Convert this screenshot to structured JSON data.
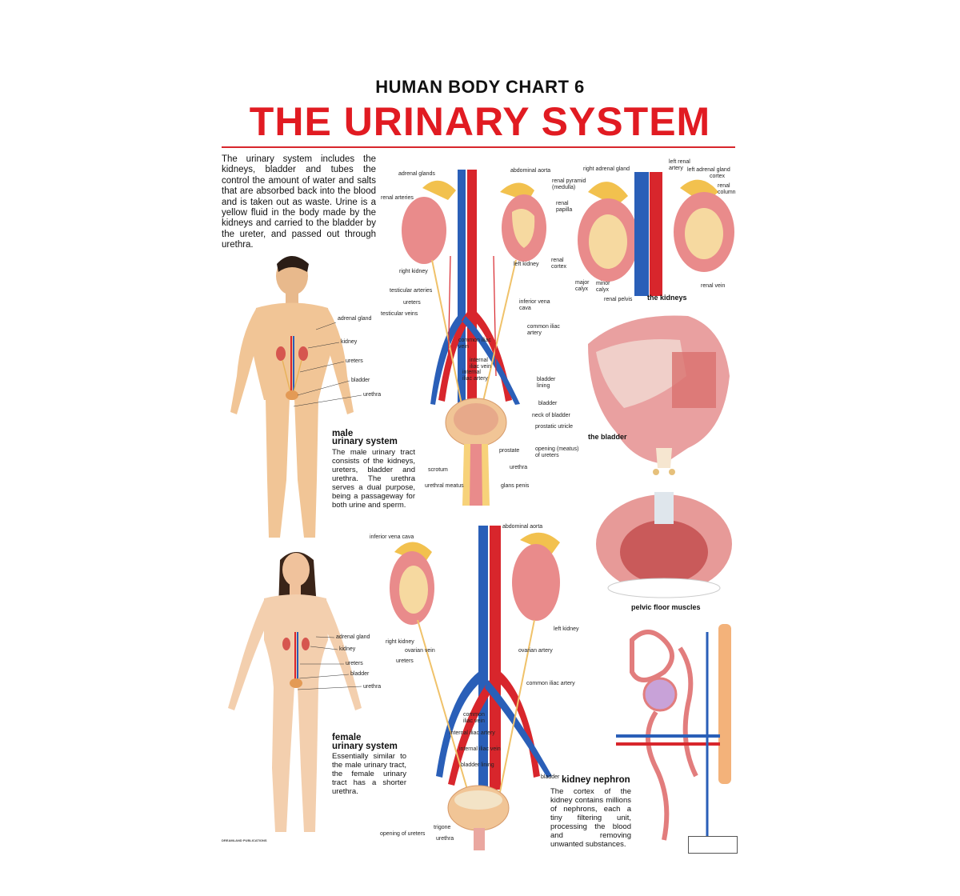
{
  "header": {
    "subtitle": "HUMAN BODY CHART 6",
    "title": "THE URINARY SYSTEM"
  },
  "intro": {
    "text": "The urinary system includes the kidneys, bladder and tubes the control the amount of water and salts that are absorbed back into the blood and is taken out as waste. Urine is a yellow fluid in the body made by the kidneys and carried to the bladder by the ureter, and passed out through urethra."
  },
  "male": {
    "heading_line1": "male",
    "heading_line2": "urinary system",
    "text": "The male urinary tract consists of the kidneys, ureters, bladder and urethra. The urethra serves a dual purpose, being a passageway for both urine and sperm.",
    "labels": [
      "adrenal gland",
      "kidney",
      "ureters",
      "bladder",
      "urethra"
    ]
  },
  "female": {
    "heading_line1": "female",
    "heading_line2": "urinary system",
    "text": "Essentially similar to the male urinary tract, the female urinary tract has a shorter urethra.",
    "labels": [
      "adrenal gland",
      "kidney",
      "ureters",
      "bladder",
      "urethra"
    ]
  },
  "male_diagram_labels": {
    "adrenal_glands": "adrenal glands",
    "abdominal_aorta": "abdominal aorta",
    "renal_arteries": "renal arteries",
    "right_kidney": "right kidney",
    "left_kidney": "left kidney",
    "testicular_arteries": "testicular arteries",
    "ureters": "ureters",
    "testicular_veins": "testicular veins",
    "inferior_vena_cava": "inferior vena cava",
    "common_iliac_artery": "common iliac artery",
    "common_iliac_vein": "common iliac vein",
    "internal_iliac_vein": "internal iliac vein",
    "internal_iliac_artery": "internal iliac artery",
    "bladder_lining": "bladder lining",
    "bladder": "bladder",
    "neck_of_bladder": "neck of bladder",
    "prostatic_utricle": "prostatic utricle",
    "opening_of_ureters": "opening (meatus) of ureters",
    "prostate": "prostate",
    "urethra": "urethra",
    "scrotum": "scrotum",
    "urethral_meatus": "urethral meatus",
    "glans_penis": "glans penis"
  },
  "kidneys_labels": {
    "right_adrenal_gland": "right adrenal gland",
    "left_renal_artery": "left renal artery",
    "left_adrenal_gland": "left adrenal gland",
    "cortex": "cortex",
    "renal_pyramid": "renal pyramid (medulla)",
    "renal_column": "renal column",
    "renal_papilla": "renal papilla",
    "renal_cortex": "renal cortex",
    "major_calyx": "major calyx",
    "minor_calyx": "minor calyx",
    "renal_pelvis": "renal pelvis",
    "renal_vein": "renal vein",
    "caption": "the kidneys"
  },
  "bladder_caption": "the bladder",
  "pelvic_caption": "pelvic floor muscles",
  "female_diagram_labels": {
    "inferior_vena_cava": "inferior vena cava",
    "abdominal_aorta": "abdominal aorta",
    "right_kidney": "right kidney",
    "left_kidney": "left kidney",
    "ovarian_vein": "ovarian vein",
    "ovarian_artery": "ovarian artery",
    "ureters": "ureters",
    "common_iliac_artery": "common iliac artery",
    "common_iliac_vein": "common iliac vein",
    "internal_iliac_artery": "internal iliac artery",
    "internal_iliac_vein": "internal iliac vein",
    "bladder_lining": "bladder lining",
    "bladder": "bladder",
    "opening_of_ureters": "opening of ureters",
    "trigone": "trigone",
    "urethra": "urethra"
  },
  "nephron": {
    "heading": "kidney nephron",
    "text": "The cortex of the kidney contains millions of nephrons, each a tiny filtering unit, processing the blood and removing unwanted substances."
  },
  "publisher": "DREAMLAND PUBLICATIONS",
  "colors": {
    "title_red": "#e11b22",
    "artery_red": "#d8262c",
    "vein_blue": "#2a5fb8",
    "kidney_pink": "#e98b8b",
    "adrenal_yellow": "#f2c14e",
    "skin": "#f1c596"
  }
}
